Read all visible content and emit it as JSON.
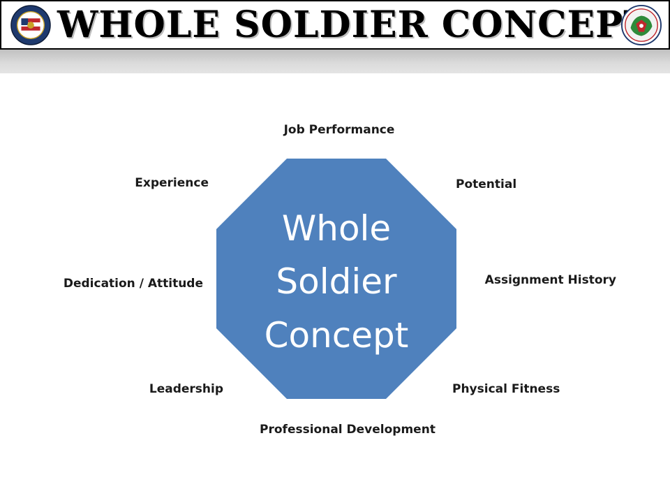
{
  "title": "WHOLE SOLDIER CONCEPT",
  "center": {
    "lines": [
      "Whole",
      "Soldier",
      "Concept"
    ],
    "color": "#4f81bd"
  },
  "factors": [
    "Job Performance",
    "Potential",
    "Assignment History",
    "Physical Fitness",
    "Professional Development",
    "Leadership",
    "Dedication / Attitude",
    "Experience"
  ]
}
